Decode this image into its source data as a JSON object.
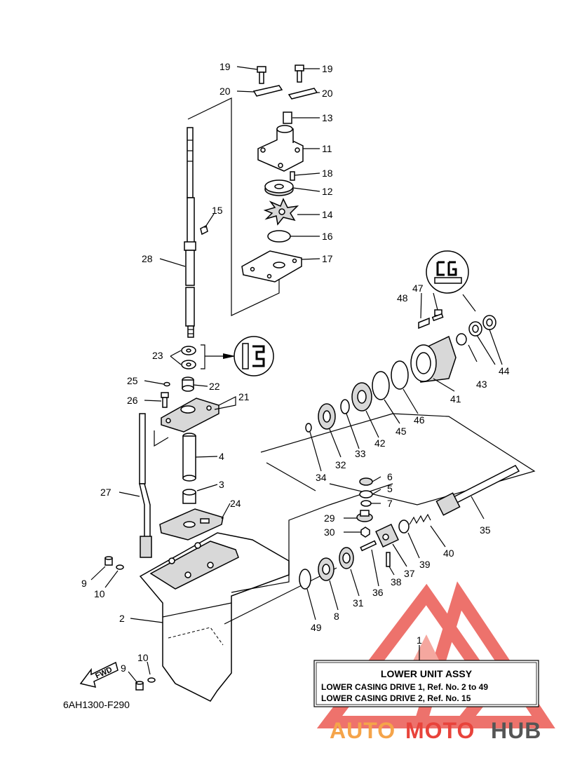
{
  "title_box": {
    "ref": "1",
    "title": "LOWER UNIT ASSY",
    "line1": "LOWER CASING DRIVE 1,  Ref. No. 2 to 49",
    "line2": "LOWER CASING DRIVE 2,  Ref. No. 15"
  },
  "diagram_code": "6AH1300-F290",
  "fwd_label": "FWD",
  "watermark": {
    "auto": "AUTO",
    "moto": "MOTO",
    "hub": "HUB"
  },
  "colors": {
    "watermark_red": "#e8433b",
    "watermark_orange": "#f5a44a",
    "watermark_gray": "#555555"
  },
  "callouts": {
    "c19a": "19",
    "c19b": "19",
    "c20a": "20",
    "c20b": "20",
    "c13": "13",
    "c11": "11",
    "c18": "18",
    "c12": "12",
    "c14": "14",
    "c16": "16",
    "c17": "17",
    "c15": "15",
    "c28": "28",
    "c23": "23",
    "c25": "25",
    "c22": "22",
    "c26": "26",
    "c21": "21",
    "c4": "4",
    "c27": "27",
    "c3": "3",
    "c24": "24",
    "c9a": "9",
    "c10a": "10",
    "c2": "2",
    "c10b": "10",
    "c9b": "9",
    "c47": "47",
    "c48": "48",
    "c44": "44",
    "c43": "43",
    "c41": "41",
    "c46": "46",
    "c45": "45",
    "c42": "42",
    "c33": "33",
    "c32": "32",
    "c34": "34",
    "c6": "6",
    "c5": "5",
    "c7": "7",
    "c29": "29",
    "c30": "30",
    "c35": "35",
    "c40": "40",
    "c39": "39",
    "c37": "37",
    "c38": "38",
    "c36": "36",
    "c31": "31",
    "c8": "8",
    "c49": "49"
  }
}
